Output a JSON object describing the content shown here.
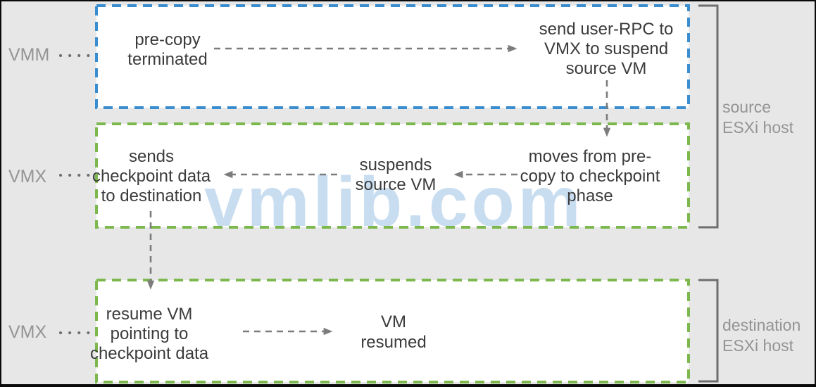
{
  "colors": {
    "background": "#e7e7e7",
    "box_fill": "#ffffff",
    "vmm_border": "#3a8dce",
    "vmx_border": "#7cb84d",
    "arrow": "#7c7c7c",
    "bracket": "#6e6e6e",
    "lane_label_text": "#949494",
    "node_text": "#3b3b3b",
    "watermark": "#c9ddf1"
  },
  "lanes": [
    {
      "label": "VMM"
    },
    {
      "label": "VMX"
    },
    {
      "label": "VMX"
    }
  ],
  "hosts": {
    "source": {
      "lines": [
        "source",
        "ESXi host"
      ]
    },
    "destination": {
      "lines": [
        "destination",
        "ESXi host"
      ]
    }
  },
  "nodes": {
    "precopy_terminated": {
      "lines": [
        "pre-copy",
        "terminated"
      ]
    },
    "send_user_rpc": {
      "lines": [
        "send user-RPC to",
        "VMX to suspend",
        "source VM"
      ]
    },
    "moves_to_checkpoint": {
      "lines": [
        "moves from pre-",
        "copy to checkpoint",
        "phase"
      ]
    },
    "suspends_source_vm": {
      "lines": [
        "suspends",
        "source VM"
      ]
    },
    "sends_checkpoint": {
      "lines": [
        "sends",
        "checkpoint data",
        "to destination"
      ]
    },
    "resume_vm": {
      "lines": [
        "resume VM",
        "pointing to",
        "checkpoint data"
      ]
    },
    "vm_resumed": {
      "lines": [
        "VM",
        "resumed"
      ]
    }
  },
  "watermark": {
    "text": "vmlib.com"
  }
}
